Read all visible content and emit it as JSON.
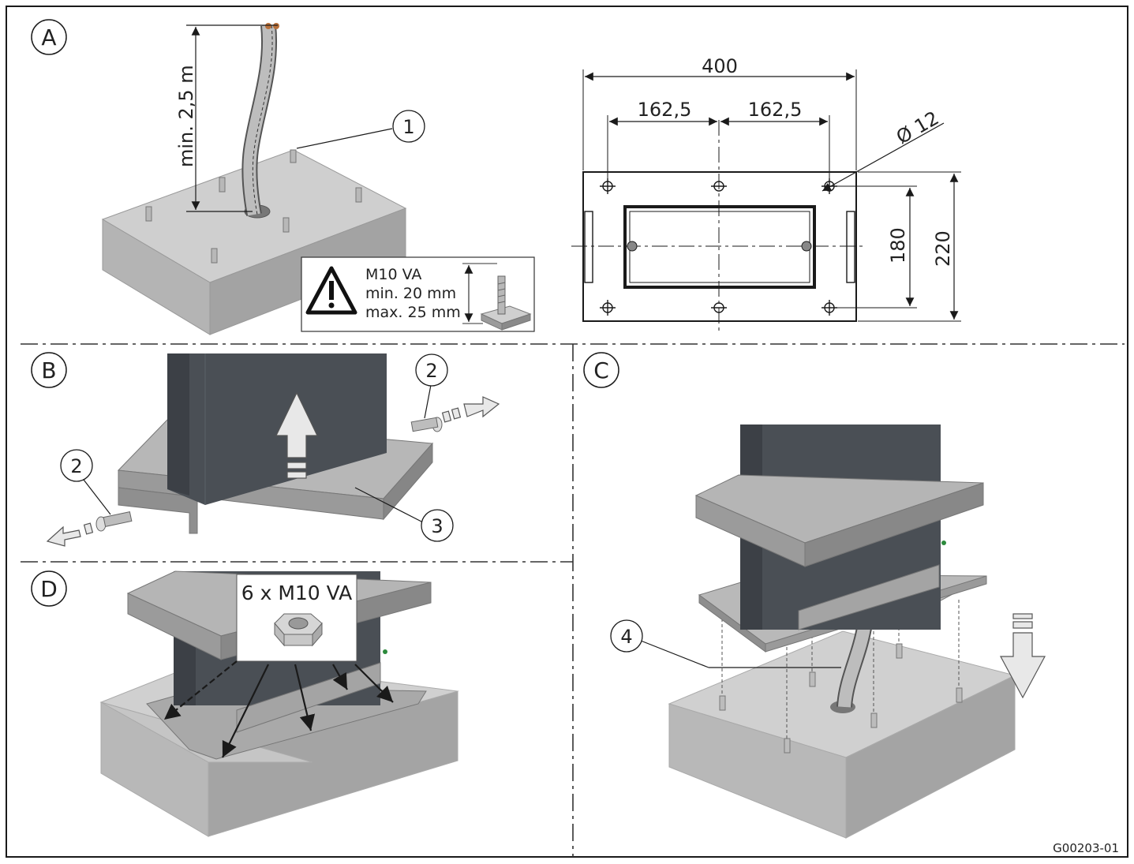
{
  "document": {
    "code": "G00203-01",
    "colors": {
      "concrete": "#c9c9c9",
      "concrete_dark": "#a9a9a9",
      "column": "#4a4f55",
      "plate": "#a6a6a6",
      "line": "#1a1a1a"
    }
  },
  "panels": {
    "a": {
      "label": "A",
      "cable_length": "min. 2,5 m",
      "callout_1": "1",
      "warning": {
        "line1": "M10 VA",
        "line2": "min. 20 mm",
        "line3": "max. 25 mm"
      },
      "drawing": {
        "width": "400",
        "left_spacing": "162,5",
        "right_spacing": "162,5",
        "hole_diameter": "Ø 12",
        "inner_height": "180",
        "outer_height": "220"
      }
    },
    "b": {
      "label": "B",
      "callout_screw_right": "2",
      "callout_screw_left": "2",
      "callout_cover": "3"
    },
    "c": {
      "label": "C",
      "callout_cable": "4"
    },
    "d": {
      "label": "D",
      "nuts": "6 x M10 VA"
    }
  }
}
